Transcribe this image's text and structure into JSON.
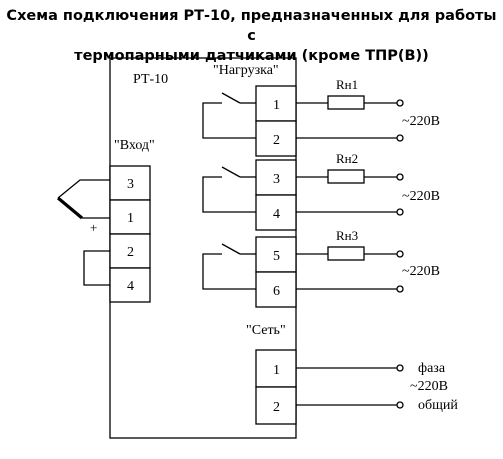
{
  "title": {
    "line1": "Схема подключения РТ-10, предназначенных для работы с",
    "line2": "термопарными датчиками (кроме ТПР(В))"
  },
  "device": {
    "name": "РТ-10"
  },
  "input_block": {
    "label": "\"Вход\"",
    "terminals": [
      "3",
      "1",
      "2",
      "4"
    ],
    "plus_sign": "+"
  },
  "load_block": {
    "label": "\"Нагрузка\"",
    "terminals": [
      "1",
      "2",
      "3",
      "4",
      "5",
      "6"
    ],
    "resistors": [
      "Rн1",
      "Rн2",
      "Rн3"
    ],
    "voltage_labels": [
      "~220В",
      "~220В",
      "~220В"
    ]
  },
  "network_block": {
    "label": "\"Сеть\"",
    "terminals": [
      "1",
      "2"
    ],
    "phase_label": "фаза",
    "voltage_label": "~220В",
    "common_label": "общий"
  }
}
